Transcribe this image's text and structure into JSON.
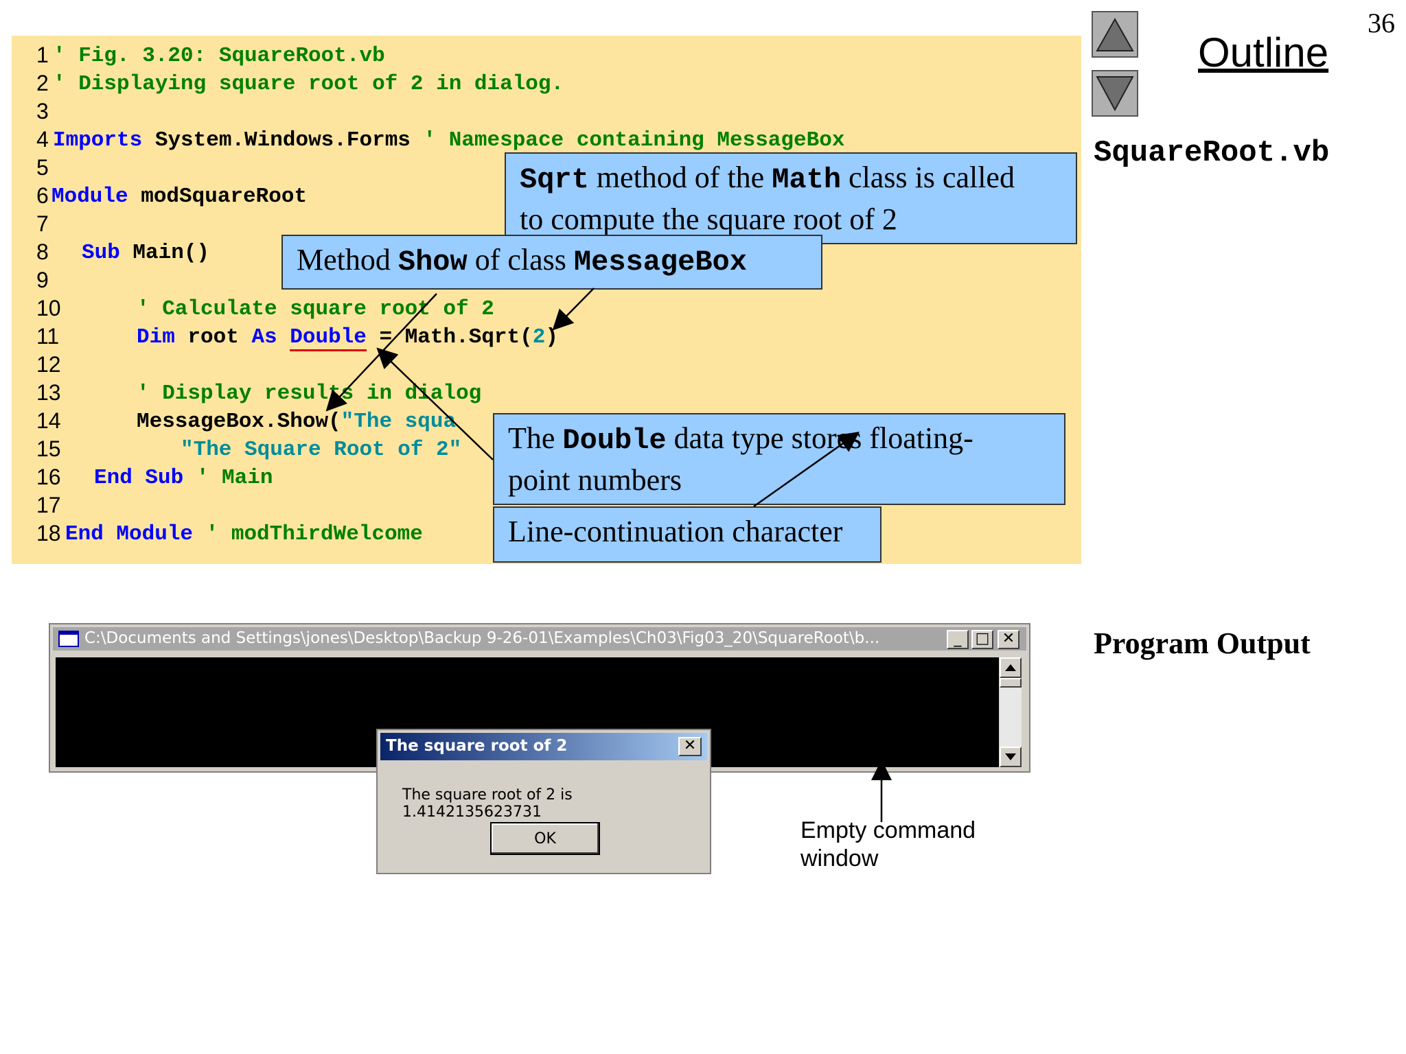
{
  "page_number": "36",
  "outline": {
    "title": "Outline",
    "up_icon": "triangle-up-icon",
    "down_icon": "triangle-down-icon"
  },
  "file_name": "SquareRoot.vb",
  "program_output_label": "Program Output",
  "line_numbers": [
    "1",
    "2",
    "3",
    "4",
    "5",
    "6",
    "7",
    "8",
    "9",
    "10",
    "11",
    "12",
    "13",
    "14",
    "15",
    "16",
    "17",
    "18"
  ],
  "code": {
    "l1": "' Fig. 3.20: SquareRoot.vb",
    "l2": "' Displaying square root of 2 in dialog.",
    "l4_kw": "Imports",
    "l4_tx": " System.Windows.Forms ",
    "l4_cm": "' Namespace containing MessageBox",
    "l6_kw": "Module",
    "l6_tx": " modSquareRoot",
    "l8_kw": "Sub",
    "l8_tx": " Main()",
    "l10": "' Calculate square root of 2",
    "l11_kw1": "Dim",
    "l11_tx1": " root ",
    "l11_kw2": "As",
    "l11_sp": " ",
    "l11_kw3": "Double",
    "l11_tx2": " = Math.Sqrt(",
    "l11_num": "2",
    "l11_tx3": ")",
    "l13": "' Display results in dialog",
    "l14_tx": "MessageBox.Show(",
    "l14_st": "\"The squa",
    "l15_st": "\"The Square Root of 2\"",
    "l16_kw": "End Sub",
    "l16_cm": " ' Main",
    "l18_kw": "End Module",
    "l18_cm": " ' modThirdWelcome"
  },
  "callouts": {
    "sqrt": {
      "mono1": "Sqrt",
      "text1": " method of the ",
      "mono2": "Math",
      "text2": " class is called",
      "line2": "to compute the square root of 2"
    },
    "show": {
      "text1": "Method ",
      "mono1": "Show",
      "text2": " of class ",
      "mono2": "MessageBox"
    },
    "double": {
      "text1": "The ",
      "mono1": "Double",
      "text2": " data type stores floating-",
      "line2": "point numbers"
    },
    "continuation": {
      "text": "Line-continuation character"
    }
  },
  "console": {
    "title": "C:\\Documents and Settings\\jones\\Desktop\\Backup 9-26-01\\Examples\\Ch03\\Fig03_20\\SquareRoot\\b...",
    "minimize": "_",
    "maximize": "□",
    "close": "✕"
  },
  "msgbox": {
    "title": "The square root of 2",
    "message": "The square root of 2 is 1.4142135623731",
    "ok": "OK",
    "close": "✕"
  },
  "empty_window_label": {
    "line1": "Empty command",
    "line2": "window"
  }
}
